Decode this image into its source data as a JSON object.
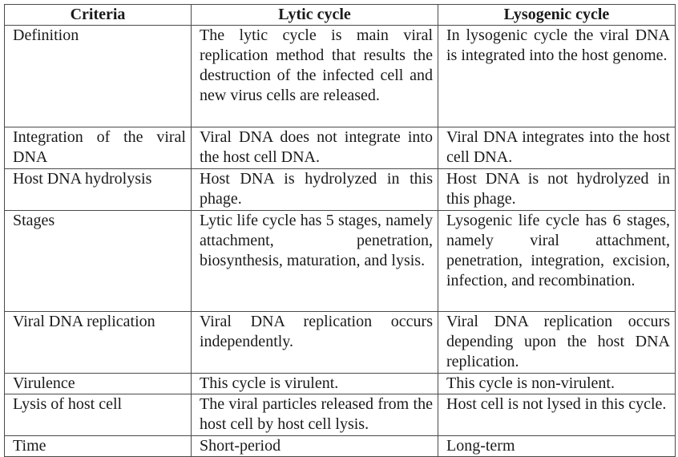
{
  "table": {
    "headers": [
      "Criteria",
      "Lytic cycle",
      "Lysogenic cycle"
    ],
    "rows": [
      {
        "criteria": "Definition",
        "lytic": "The lytic cycle is main viral replication method that results the destruction of the infected cell and new virus cells are released.",
        "lysogenic": "In lysogenic cycle the viral DNA is integrated into the host genome."
      },
      {
        "criteria": "Integration of the viral DNA",
        "lytic": "Viral DNA does not integrate into the host cell DNA.",
        "lysogenic": "Viral DNA integrates into the host cell DNA."
      },
      {
        "criteria": "Host DNA hydrolysis",
        "lytic": "Host DNA is hydrolyzed in this phage.",
        "lysogenic": "Host DNA is not hydrolyzed in this phage."
      },
      {
        "criteria": "Stages",
        "lytic": "Lytic life cycle has 5 stages, namely attachment, penetration, biosynthesis, maturation, and lysis.",
        "lysogenic": "Lysogenic life cycle has 6 stages, namely viral attachment, penetration, integration, excision, infection, and recombination."
      },
      {
        "criteria": "Viral DNA replication",
        "lytic": "Viral DNA replication occurs independently.",
        "lysogenic": "Viral DNA replication occurs depending upon the host DNA replication."
      },
      {
        "criteria": "Virulence",
        "lytic": "This cycle is virulent.",
        "lysogenic": "This cycle is non-virulent."
      },
      {
        "criteria": "Lysis of host cell",
        "lytic": "The viral particles released from the host cell by host cell lysis.",
        "lysogenic": "Host cell is not lysed in this cycle."
      },
      {
        "criteria": "Time",
        "lytic": "Short-period",
        "lysogenic": "Long-term"
      }
    ]
  }
}
